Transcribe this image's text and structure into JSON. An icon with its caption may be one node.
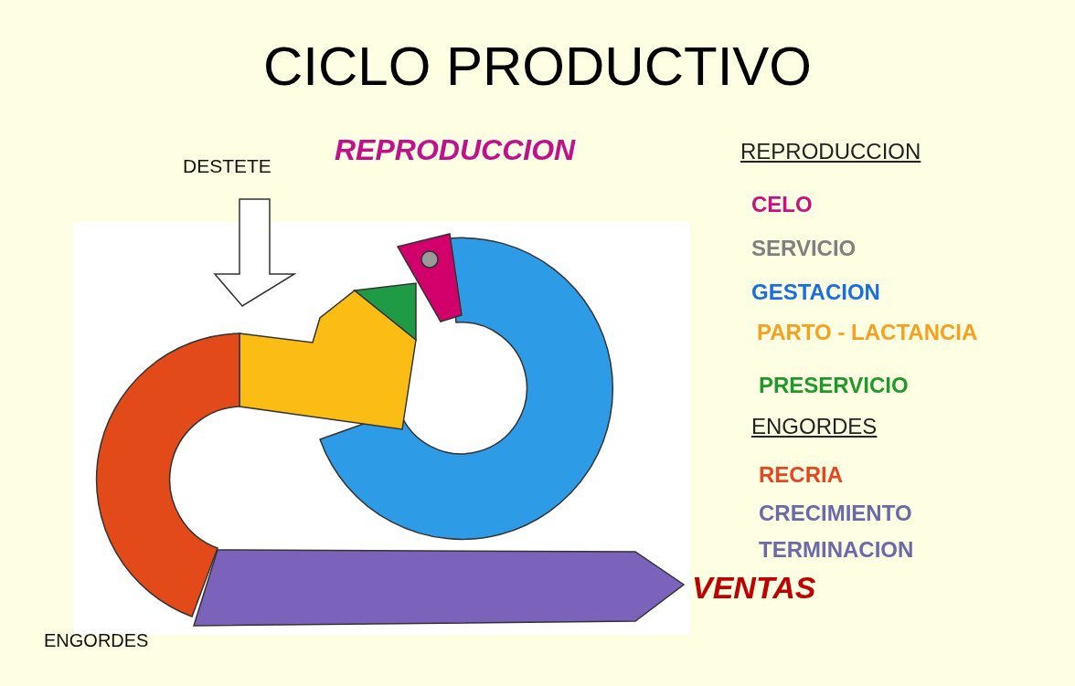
{
  "diagram": {
    "title": "CICLO PRODUCTIVO",
    "labels": [
      "REPRODUCCION",
      "DESTETE",
      "VENTAS",
      "ENGORDES"
    ],
    "legend": [
      {
        "text": "REPRODUCCION"
      },
      {
        "text": "CELO",
        "color": "#cc0f80"
      },
      {
        "text": "SERVICIO",
        "color": "#808080"
      },
      {
        "text": "GESTACION",
        "color": "#1a6fe0"
      },
      {
        "text": "PARTO - LACTANCIA",
        "color": "#f7a020"
      },
      {
        "text": "PRESERVICIO",
        "color": "#1f9a2a"
      },
      {
        "text": "ENGORDES"
      },
      {
        "text": "RECRIA",
        "color": "#e8461e"
      },
      {
        "text": "CRECIMIENTO",
        "color": "#6a6aa8"
      },
      {
        "text": "TERMINACION",
        "color": "#6a6aa8"
      }
    ]
  }
}
